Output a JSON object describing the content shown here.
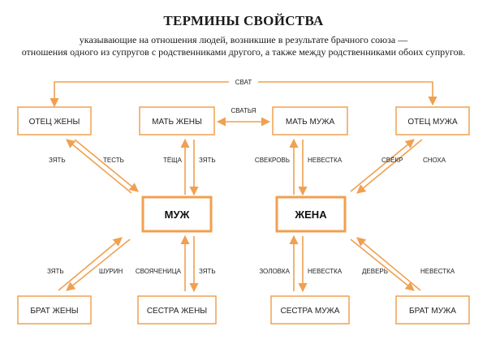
{
  "header": {
    "title": "ТЕРМИНЫ СВОЙСТВА",
    "subtitle_line1": "указывающие на отношения людей, возникшие в результате брачного союза —",
    "subtitle_line2": "отношения одного из супругов с родственниками другого, а также между родственниками обоих супругов."
  },
  "boxes": {
    "father_of_wife": "ОТЕЦ ЖЕНЫ",
    "mother_of_wife": "МАТЬ ЖЕНЫ",
    "mother_of_husband": "МАТЬ МУЖА",
    "father_of_husband": "ОТЕЦ МУЖА",
    "husband": "МУЖ",
    "wife": "ЖЕНА",
    "brother_of_wife": "БРАТ ЖЕНЫ",
    "sister_of_wife": "СЕСТРА ЖЕНЫ",
    "sister_of_husband": "СЕСТРА МУЖА",
    "brother_of_husband": "БРАТ МУЖА"
  },
  "labels": {
    "svat": "СВАТ",
    "svatya": "СВАТЬЯ",
    "zyat_1": "ЗЯТЬ",
    "test": "ТЕСТЬ",
    "tyoshcha": "ТЁЩА",
    "zyat_2": "ЗЯТЬ",
    "svekrov": "СВЕКРОВЬ",
    "nevestka_1": "НЕВЕСТКА",
    "svyokr": "СВЁКР",
    "snokha": "СНОХА",
    "zyat_3": "ЗЯТЬ",
    "shurin": "ШУРИН",
    "svoyachenitsa": "СВОЯЧЕНИЦА",
    "zyat_4": "ЗЯТЬ",
    "zolovka": "ЗОЛОВКА",
    "nevestka_2": "НЕВЕСТКА",
    "dever": "ДЕВЕРЬ",
    "nevestka_3": "НЕВЕСТКА"
  },
  "colors": {
    "accent": "#f0a050",
    "text": "#222222",
    "background": "#ffffff"
  }
}
